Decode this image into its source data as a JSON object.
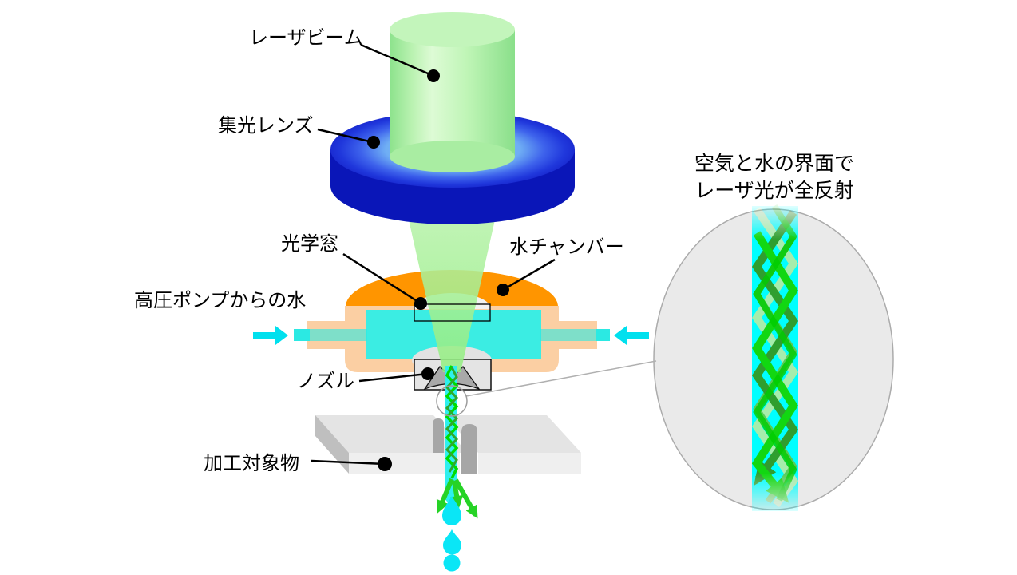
{
  "labels": {
    "laser_beam": "レーザビーム",
    "focusing_lens": "集光レンズ",
    "optical_window": "光学窓",
    "water_chamber": "水チャンバー",
    "pump_water": "高圧ポンプからの水",
    "nozzle": "ノズル",
    "workpiece": "加工対象物"
  },
  "inset": {
    "caption_line1": "空気と水の界面で",
    "caption_line2": "レーザ光が全反射"
  },
  "colors": {
    "chamber_orange": "#FF9500",
    "body_peach": "#FBCFA3",
    "water_cyan": "#3BEDE3",
    "pipe_cyan": "#2BE9E3",
    "arrow_cyan": "#00E0EE",
    "jet_cyan": "#2EF0EE",
    "droplet_cyan": "#0AE6F6",
    "inset_jet_cyan": "#00FFFF",
    "lens_blue": "#0A16B8",
    "metal_gray": "#E4E4E4",
    "laser_green": "#12D712"
  }
}
